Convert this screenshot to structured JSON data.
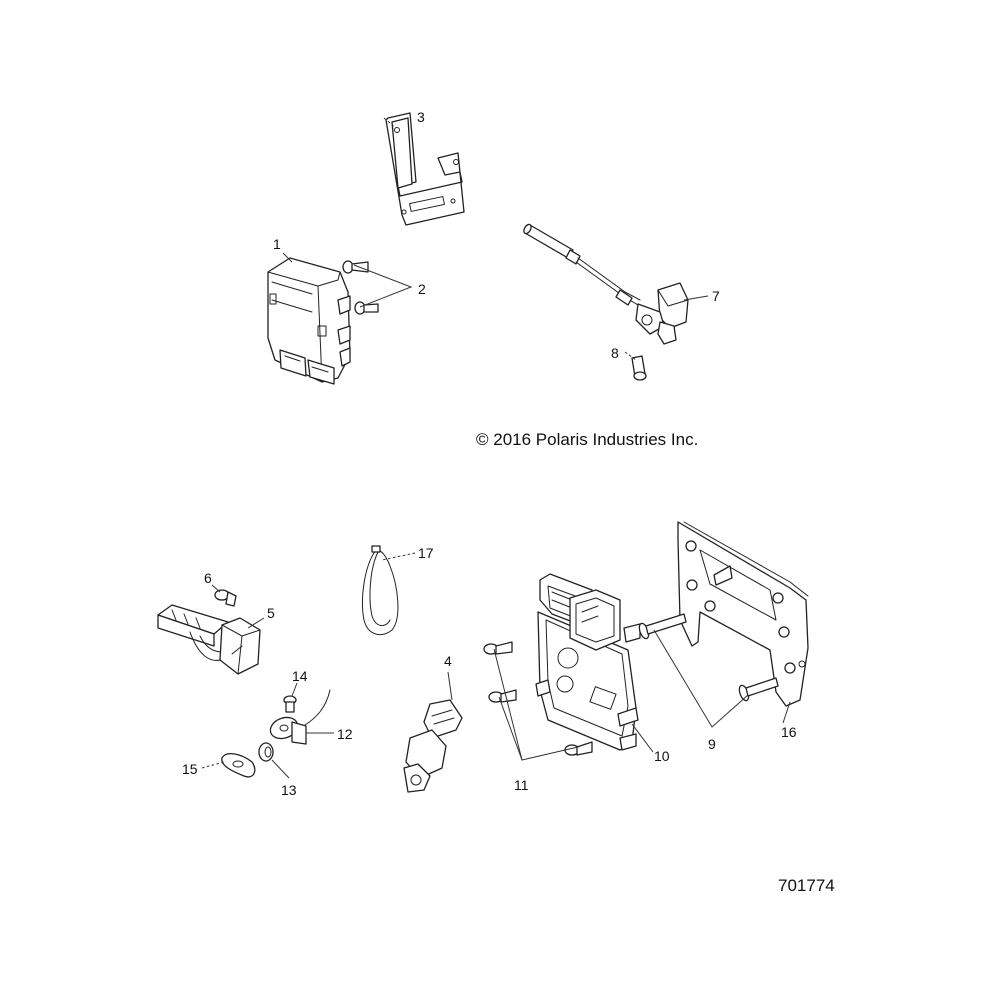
{
  "copyright": "© 2016 Polaris Industries Inc.",
  "diagram_code": "701774",
  "callouts": [
    "1",
    "2",
    "3",
    "4",
    "5",
    "6",
    "7",
    "8",
    "9",
    "10",
    "11",
    "12",
    "13",
    "14",
    "15",
    "16",
    "17"
  ]
}
